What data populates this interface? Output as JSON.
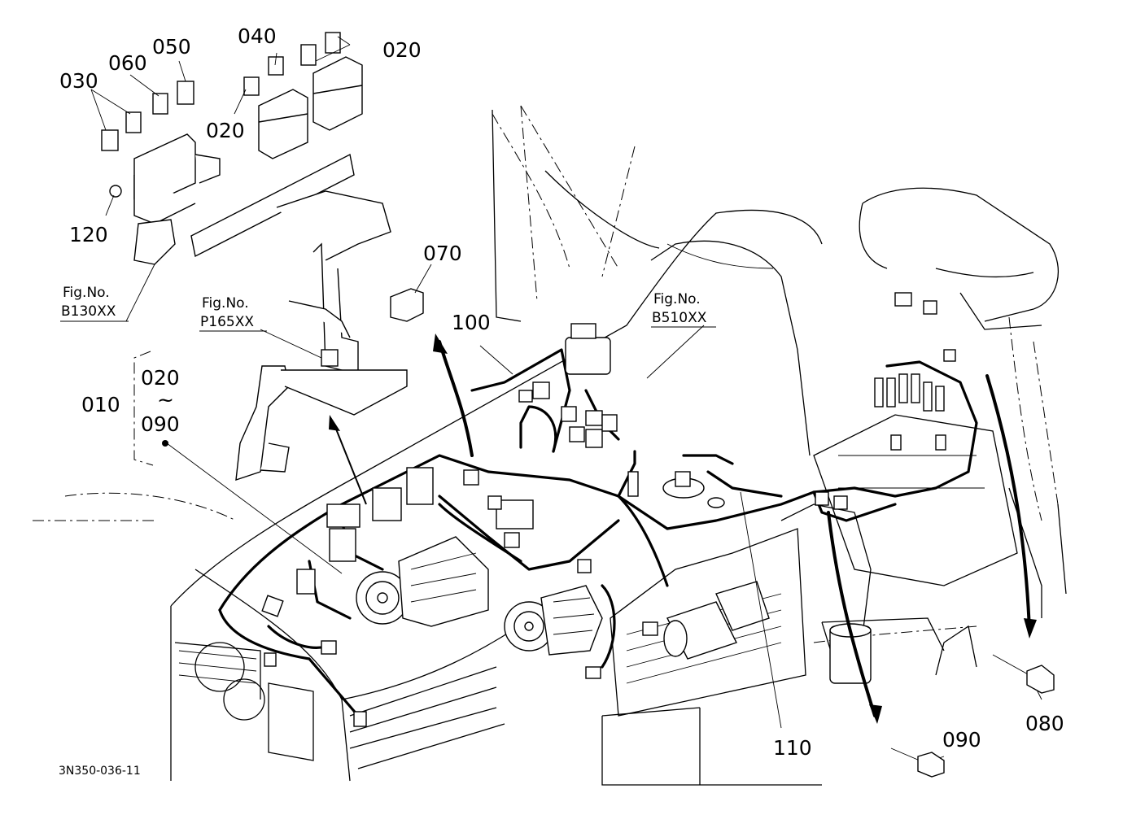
{
  "diagram": {
    "drawing_code": "3N350-036-11",
    "callouts": {
      "c020_top": "020",
      "c040": "040",
      "c050": "050",
      "c060": "060",
      "c030": "030",
      "c020_mid": "020",
      "c120": "120",
      "c070": "070",
      "c100": "100",
      "c010": "010",
      "c010_from": "020",
      "c010_tilde": "~",
      "c010_to": "090",
      "c110": "110",
      "c090": "090",
      "c080": "080"
    },
    "figure_refs": [
      {
        "label": "Fig.No.",
        "number": "B130XX"
      },
      {
        "label": "Fig.No.",
        "number": "P165XX"
      },
      {
        "label": "Fig.No.",
        "number": "B510XX"
      }
    ]
  }
}
